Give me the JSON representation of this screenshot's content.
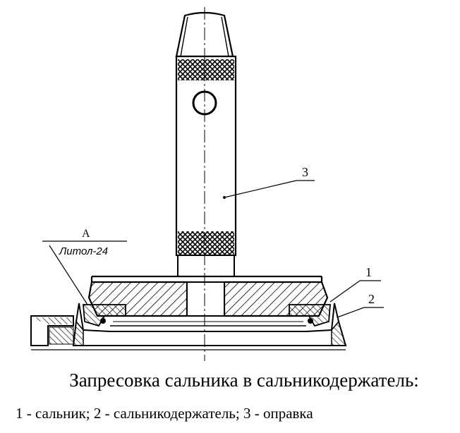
{
  "labels": {
    "callout_3": "3",
    "callout_1": "1",
    "callout_2": "2",
    "view_a": "A",
    "grease": "Литол-24"
  },
  "caption": {
    "title": "Запресовка сальника в сальникодержатель:",
    "legend": "1 - сальник; 2 - сальникодержатель; 3 - оправка"
  }
}
